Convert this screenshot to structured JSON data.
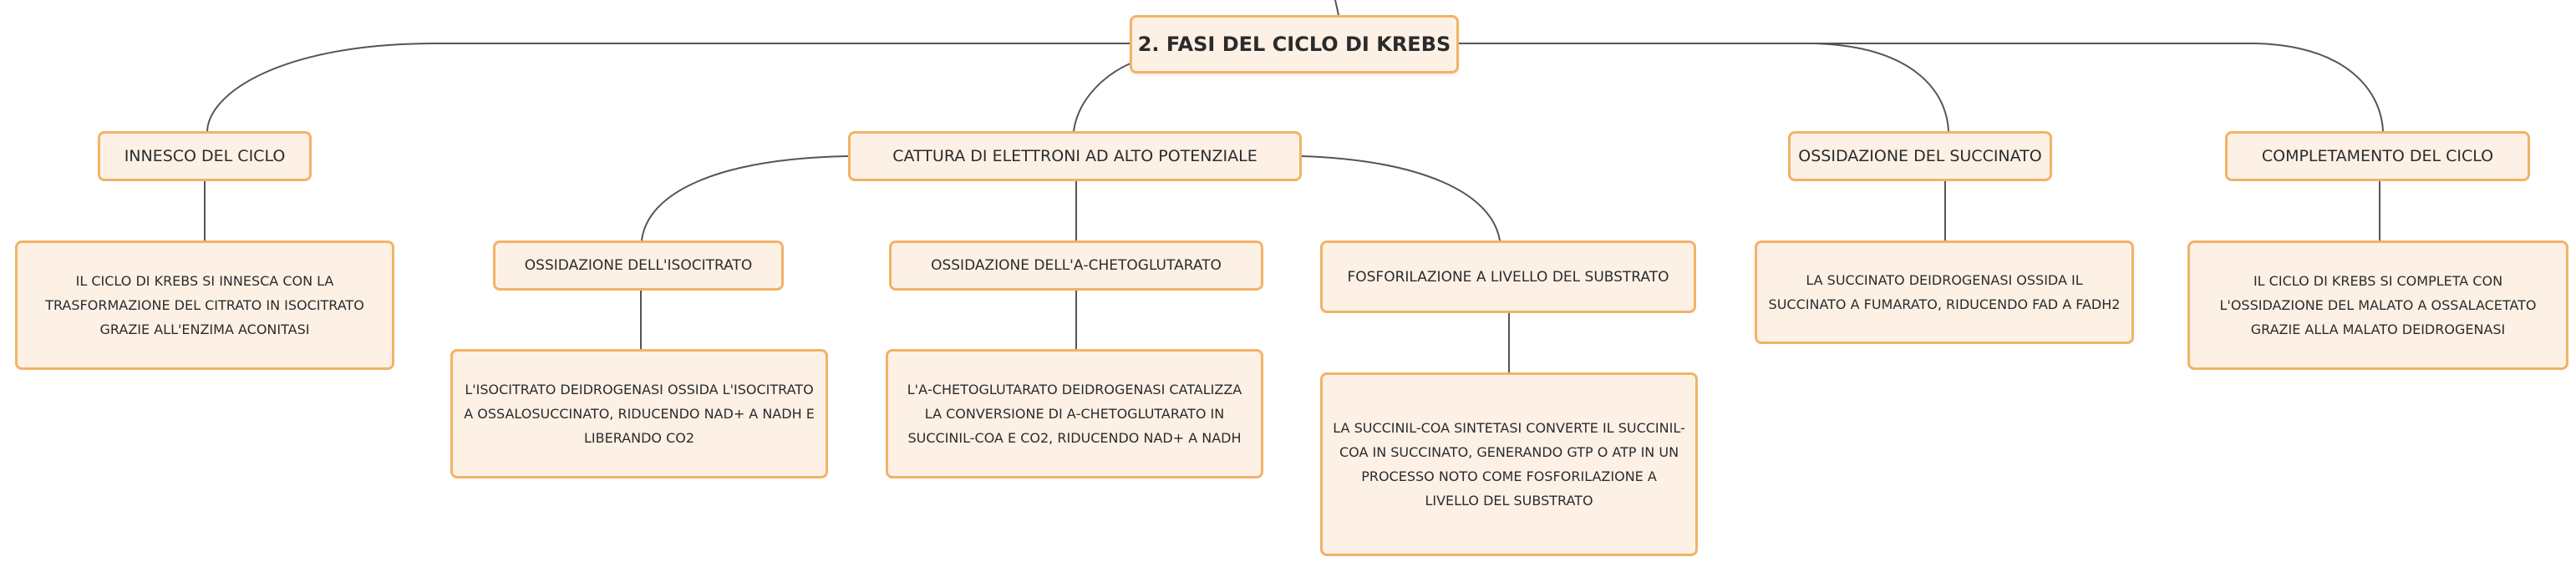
{
  "root": {
    "label": "2. FASI DEL CICLO DI KREBS"
  },
  "branches": {
    "innesco": {
      "label": "INNESCO DEL CICLO",
      "detail": "IL CICLO DI KREBS SI INNESCA CON LA TRASFORMAZIONE DEL CITRATO IN ISOCITRATO GRAZIE ALL'ENZIMA ACONITASI"
    },
    "cattura": {
      "label": "CATTURA DI ELETTRONI AD ALTO POTENZIALE",
      "children": {
        "isocitrato": {
          "label": "OSSIDAZIONE DELL'ISOCITRATO",
          "detail": "L'ISOCITRATO DEIDROGENASI OSSIDA L'ISOCITRATO A OSSALOSUCCINATO, RIDUCENDO NAD+ A NADH E LIBERANDO CO2"
        },
        "chetoglutarato": {
          "label": "OSSIDAZIONE DELL'Α-CHETOGLUTARATO",
          "detail": "L'Α-CHETOGLUTARATO DEIDROGENASI CATALIZZA LA CONVERSIONE DI Α-CHETOGLUTARATO IN SUCCINIL-COA E CO2, RIDUCENDO NAD+ A NADH"
        },
        "fosforilazione": {
          "label": "FOSFORILAZIONE A LIVELLO DEL SUBSTRATO",
          "detail": "LA SUCCINIL-COA SINTETASI CONVERTE IL SUCCINIL-COA IN SUCCINATO, GENERANDO GTP O ATP IN UN PROCESSO NOTO COME FOSFORILAZIONE A LIVELLO DEL SUBSTRATO"
        }
      }
    },
    "succinato": {
      "label": "OSSIDAZIONE DEL SUCCINATO",
      "detail": "LA SUCCINATO DEIDROGENASI OSSIDA IL SUCCINATO A FUMARATO, RIDUCENDO FAD A FADH2"
    },
    "completamento": {
      "label": "COMPLETAMENTO DEL CICLO",
      "detail": "IL CICLO DI KREBS SI COMPLETA CON L'OSSIDAZIONE DEL MALATO A OSSALACETATO GRAZIE ALLA MALATO DEIDROGENASI"
    }
  },
  "colors": {
    "node_fill": "#fdf1e6",
    "node_border": "#f2b366",
    "connector": "#555555",
    "text": "#2b2b2b"
  }
}
